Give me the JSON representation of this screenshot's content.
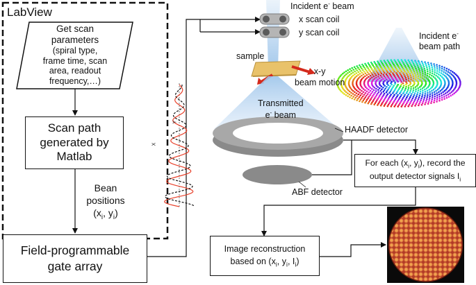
{
  "labview": {
    "title": "LabView"
  },
  "steps": {
    "scan_params": [
      "Get scan",
      "parameters",
      "(spiral type,",
      "frame time, scan",
      "area, readout",
      "frequency,…)"
    ],
    "scan_path": [
      "Scan path",
      "generated by",
      "Matlab"
    ],
    "bean_positions": [
      "Bean",
      "positions"
    ],
    "bean_xy": {
      "x": "x",
      "i1": "i",
      "sep": ", y",
      "i2": "i",
      "close": ")",
      "open": "("
    },
    "fpga": [
      "Field-programmable",
      "gate array"
    ],
    "record": {
      "line1_a": "For each (x",
      "i1": "i",
      "line1_b": ", y",
      "i2": "i",
      "line1_c": "), record the",
      "line2": "output detector signals I",
      "i3": "i"
    },
    "reconstruction": {
      "line1": "Image reconstruction",
      "line2_a": "based on (x",
      "i1": "i",
      "line2_b": ", y",
      "i2": "i",
      "line2_c": ", I",
      "i3": "i",
      "line2_d": ")"
    }
  },
  "labels": {
    "incident_beam": "Incident e",
    "incident_beam_sup": "-",
    "incident_beam_end": " beam",
    "x_scan_coil": "x scan coil",
    "y_scan_coil": "y scan coil",
    "sample": "sample",
    "xy_beam_motion": [
      "x-y",
      "beam motion"
    ],
    "transmitted": "Transmitted",
    "e_beam": "e",
    "e_beam_end": " beam",
    "haadf": "HAADF detector",
    "abf": "ABF detector",
    "beam_path": [
      "Incident e",
      "beam path"
    ],
    "axis_x": "X",
    "axis_y": "Y"
  },
  "colors": {
    "spiral_red": "#e8402a",
    "beam_blue": "#9cc4ea",
    "detector_gray": "#8a8a8a",
    "sample_gold": "#e9c26a"
  }
}
